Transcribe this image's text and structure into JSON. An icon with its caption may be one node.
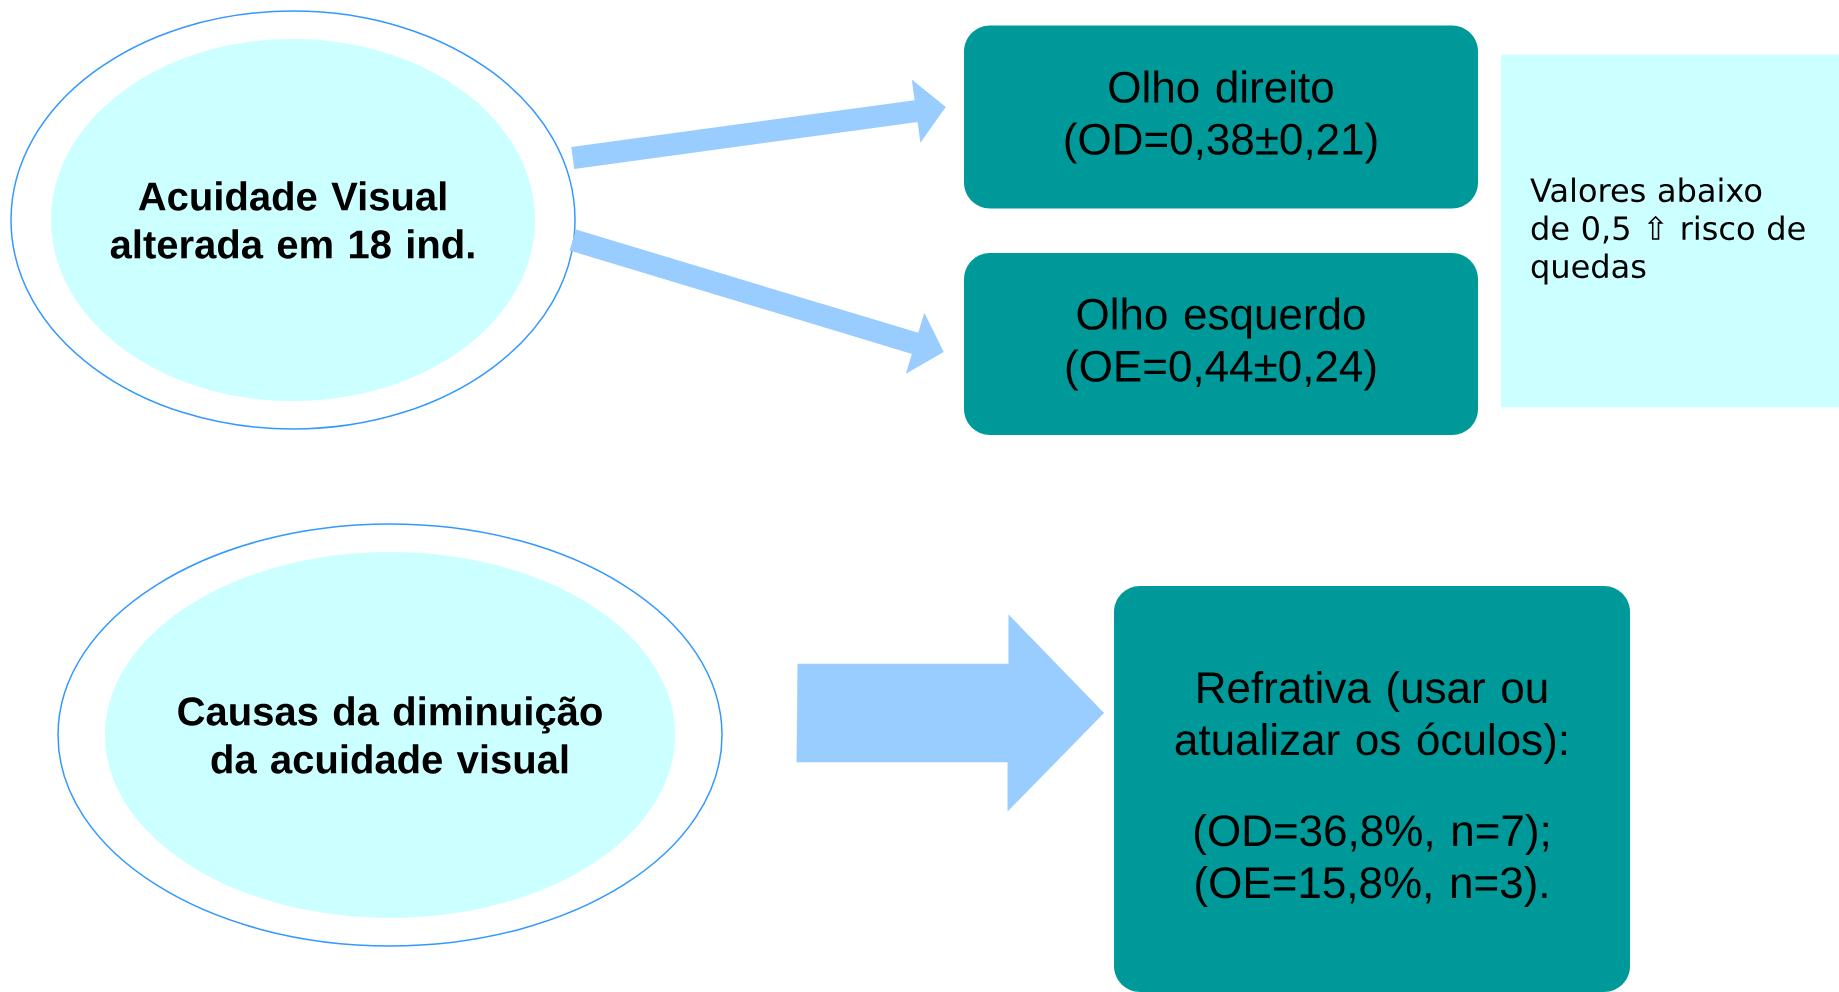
{
  "diagram": {
    "nodes": [
      {
        "text": [
          "**Acuidade Visual alterada em 18 ind**."
        ]
      },
      {
        "text": [
          "Olho direito",
          "(OD=0,38±0,21)"
        ]
      },
      {
        "text": [
          "Olho esquerdo",
          "(OE=0,44±0,24)"
        ]
      },
      {
        "text": [
          "Valores abaixo de 0,5 ⇧ risco de quedas"
        ]
      },
      {
        "text": [
          "Causas da diminuição da acuidade visual"
        ]
      },
      {
        "text": [
          "Refrativa (usar ou atualizar os óculos):",
          "(OD=36,8%, n=7); (OE=15,8%, n=3)."
        ]
      }
    ],
    "edges": [
      {
        "from": 0,
        "to": 1,
        "arrow": "to"
      },
      {
        "from": 0,
        "to": 2,
        "arrow": "to"
      },
      {
        "from": 4,
        "to": 5,
        "arrow": "to",
        "style": "thick"
      }
    ]
  }
}
